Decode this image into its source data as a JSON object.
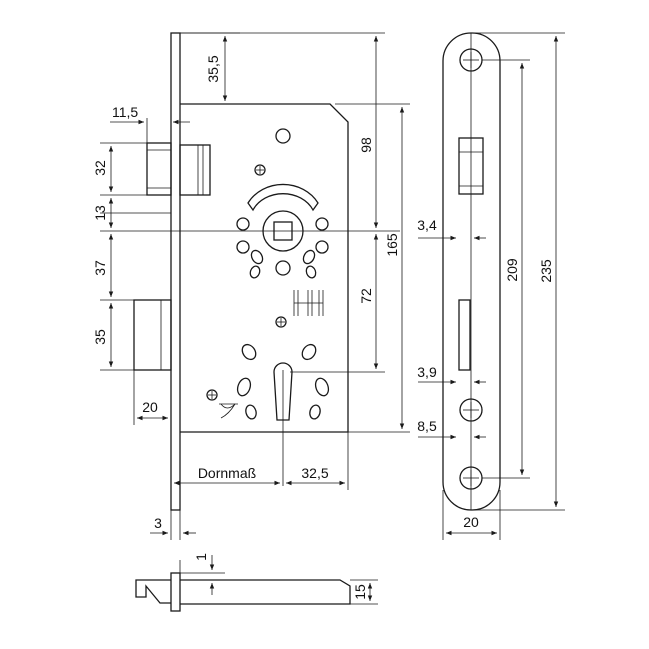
{
  "dimensions": {
    "d_35_5": "35,5",
    "d_11_5": "11,5",
    "d_98": "98",
    "d_32": "32",
    "d_13": "13",
    "d_165": "165",
    "d_37": "37",
    "d_72": "72",
    "d_35": "35",
    "d_20_bolt": "20",
    "dornmass": "Dornmaß",
    "d_32_5": "32,5",
    "d_3": "3",
    "d_3_4": "3,4",
    "d_209": "209",
    "d_235": "235",
    "d_3_9": "3,9",
    "d_8_5": "8,5",
    "d_20_plate": "20",
    "d_1": "1",
    "d_15": "15"
  }
}
